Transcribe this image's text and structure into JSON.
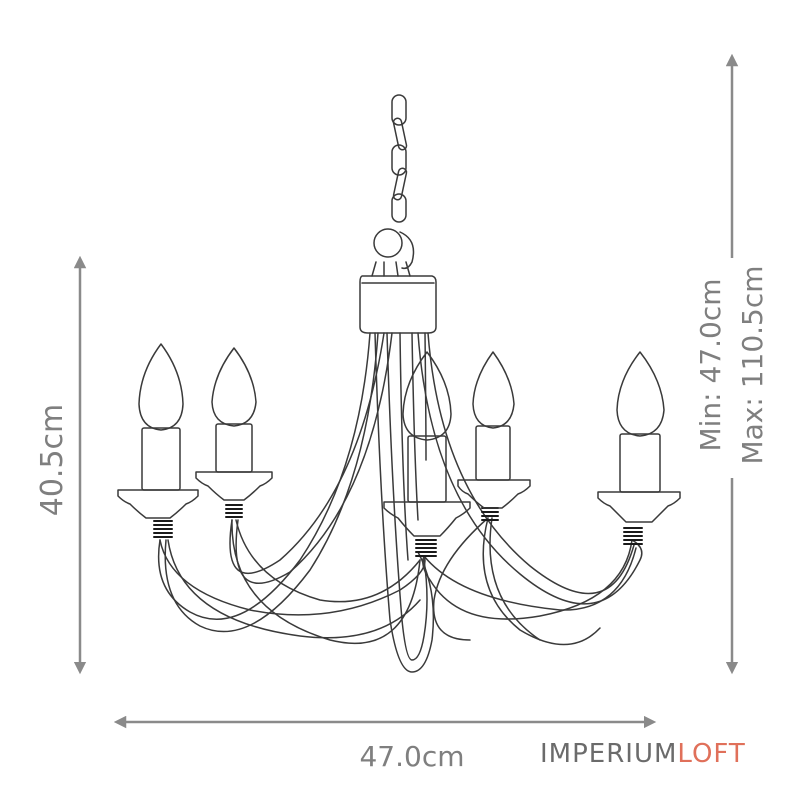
{
  "dimensions": {
    "height_label": "40.5cm",
    "width_label": "47.0cm",
    "min_label": "Min: 47.0cm",
    "max_label": "Max: 110.5cm"
  },
  "brand": {
    "part1": "IMPERIUM",
    "part2": "LOFT"
  },
  "colors": {
    "dimension": "#8a8a8a",
    "drawing": "#3a3a3a",
    "brand_gray": "#6b6b6b",
    "brand_accent": "#e0705a"
  }
}
